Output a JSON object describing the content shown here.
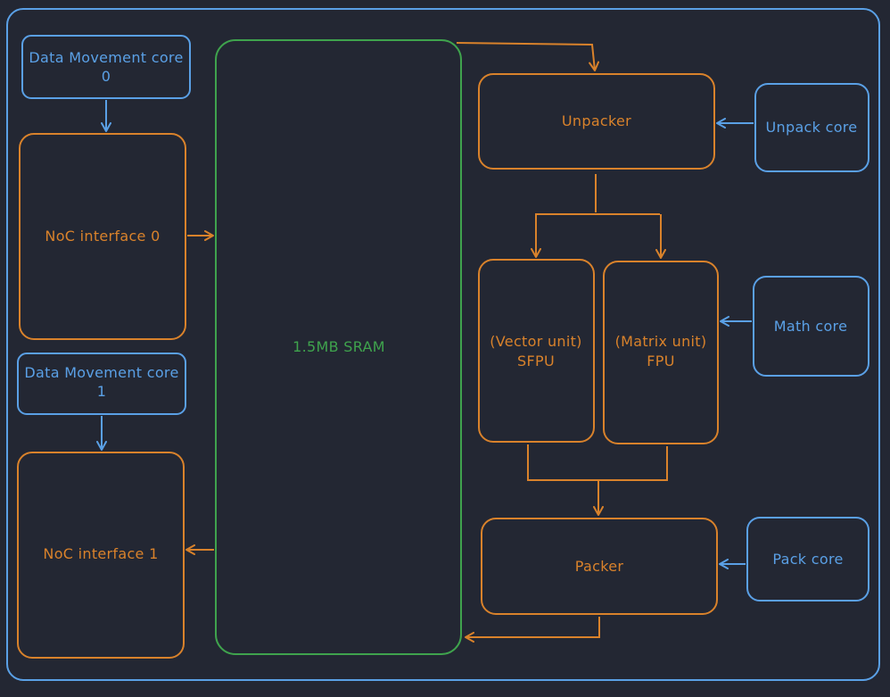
{
  "diagram": {
    "colors": {
      "background": "#232733",
      "core_blue": "#5aa0e6",
      "unit_orange": "#d9822b",
      "sram_green": "#3fa34d"
    },
    "data_movement_core_0": {
      "line1": "Data Movement core",
      "line2": "0"
    },
    "data_movement_core_1": {
      "line1": "Data Movement core",
      "line2": "1"
    },
    "noc_interface_0": "NoC interface 0",
    "noc_interface_1": "NoC interface 1",
    "sram": "1.5MB SRAM",
    "unpacker": "Unpacker",
    "sfpu": {
      "line1": "(Vector unit)",
      "line2": "SFPU"
    },
    "fpu": {
      "line1": "(Matrix unit)",
      "line2": "FPU"
    },
    "packer": "Packer",
    "unpack_core": "Unpack core",
    "math_core": "Math core",
    "pack_core": "Pack core"
  }
}
